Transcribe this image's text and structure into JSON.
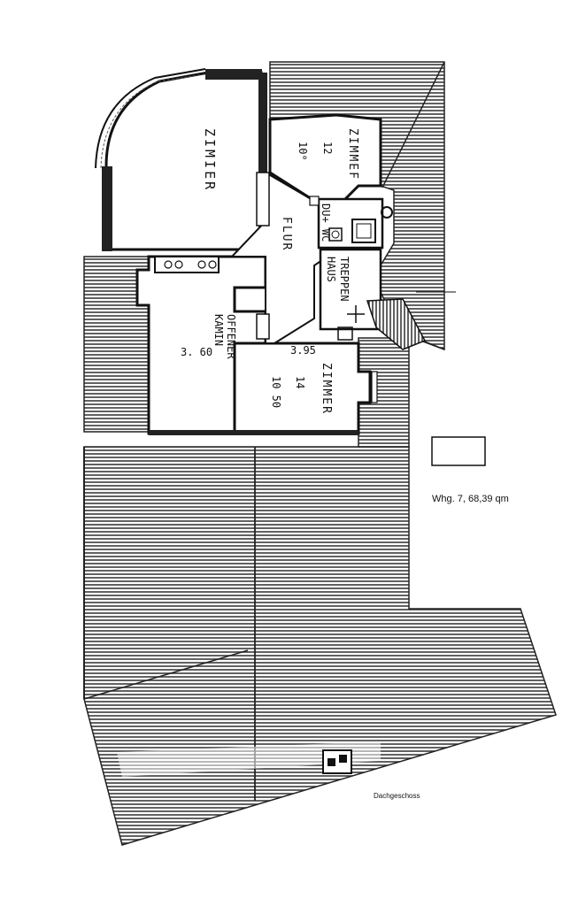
{
  "plan": {
    "rooms": {
      "zimmer_left": "ZIMIER",
      "zimmer_top": "ZIMMEF",
      "zimmer_top_number": "12",
      "zimmer_top_area": "10⁰",
      "du_wc": "DU+ WC",
      "flur": "FLUR",
      "treppenhaus_1": "TREPPEN",
      "treppenhaus_2": "HAUS",
      "kamin_1": "OFFENER",
      "kamin_2": "KAMIN",
      "kamin_dim": "3. 60",
      "zimmer_bottom": "ZIMMER",
      "zimmer_bottom_number": "14",
      "zimmer_bottom_area": "10 50",
      "dim_395": "3.95"
    },
    "apartment_label": "Whg. 7, 68,39 qm",
    "floor_label": "Dachgeschoss"
  }
}
